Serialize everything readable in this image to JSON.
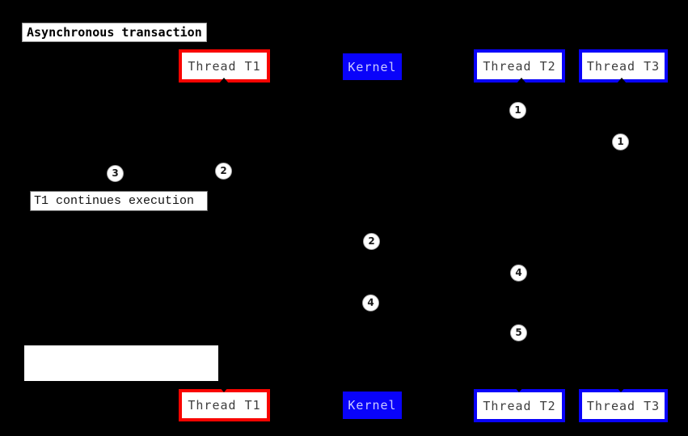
{
  "title": "Asynchronous transaction",
  "note": "T1 continues execution",
  "participants": {
    "top": [
      {
        "label": "Thread T1",
        "style": "red"
      },
      {
        "label": "Kernel",
        "style": "kernel"
      },
      {
        "label": "Thread T2",
        "style": "blue"
      },
      {
        "label": "Thread T3",
        "style": "blue"
      }
    ],
    "bottom": [
      {
        "label": "Thread T1",
        "style": "red"
      },
      {
        "label": "Kernel",
        "style": "kernel"
      },
      {
        "label": "Thread T2",
        "style": "blue"
      },
      {
        "label": "Thread T3",
        "style": "blue"
      }
    ]
  },
  "sequence_markers": [
    {
      "n": "1",
      "near": "Thread T2 lifeline"
    },
    {
      "n": "1",
      "near": "Thread T3 lifeline"
    },
    {
      "n": "2",
      "near": "Thread T1 lifeline"
    },
    {
      "n": "3",
      "near": "note T1 continues execution"
    },
    {
      "n": "2",
      "near": "Kernel lifeline"
    },
    {
      "n": "4",
      "near": "Thread T2 lifeline"
    },
    {
      "n": "4",
      "near": "Kernel lifeline"
    },
    {
      "n": "5",
      "near": "Thread T2 lifeline"
    }
  ],
  "colors": {
    "background": "#000000",
    "thread_t1_border": "#f80400",
    "thread_t2_t3_border": "#0903fa",
    "kernel_bg": "#0903fa",
    "kernel_text": "#ccccff",
    "box_bg": "#ffffff",
    "label_text": "#3d3d3d"
  }
}
